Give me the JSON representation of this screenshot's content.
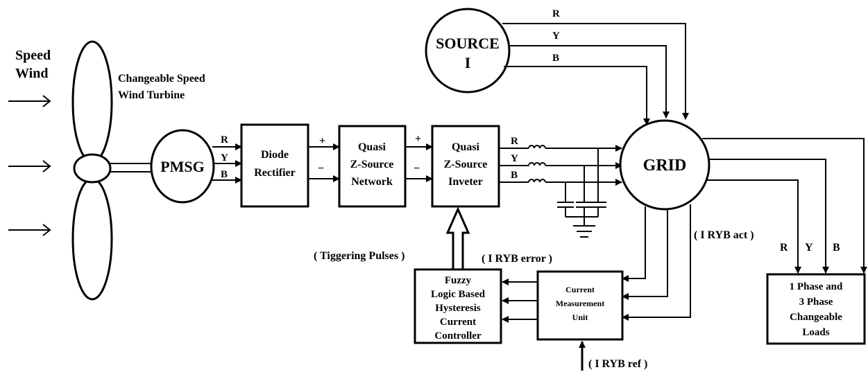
{
  "wind": {
    "speed_label": "Speed",
    "wind_label": "Wind",
    "turbine_line1": "Changeable Speed",
    "turbine_line2": "Wind Turbine"
  },
  "phases": {
    "r": "R",
    "y": "Y",
    "b": "B"
  },
  "polarity": {
    "plus": "+",
    "minus": "−"
  },
  "blocks": {
    "pmsg": "PMSG",
    "rectifier_line1": "Diode",
    "rectifier_line2": "Rectifier",
    "qzs_network_line1": "Quasi",
    "qzs_network_line2": "Z-Source",
    "qzs_network_line3": "Network",
    "qzs_inverter_line1": "Quasi",
    "qzs_inverter_line2": "Z-Source",
    "qzs_inverter_line3": "Inveter",
    "grid": "GRID",
    "source_line1": "SOURCE",
    "source_line2": "I",
    "fuzzy_line1": "Fuzzy",
    "fuzzy_line2": "Logic Based",
    "fuzzy_line3": "Hysteresis",
    "fuzzy_line4": "Current",
    "fuzzy_line5": "Controller",
    "cmu_line1": "Current",
    "cmu_line2": "Measurement",
    "cmu_line3": "Unit",
    "loads_line1": "1 Phase and",
    "loads_line2": "3 Phase",
    "loads_line3": "Changeable",
    "loads_line4": "Loads"
  },
  "signals": {
    "triggering_pulses": "( Tiggering Pulses )",
    "i_ryb_error": "( I RYB error )",
    "i_ryb_act": "( I RYB act )",
    "i_ryb_ref": "( I RYB ref )"
  }
}
